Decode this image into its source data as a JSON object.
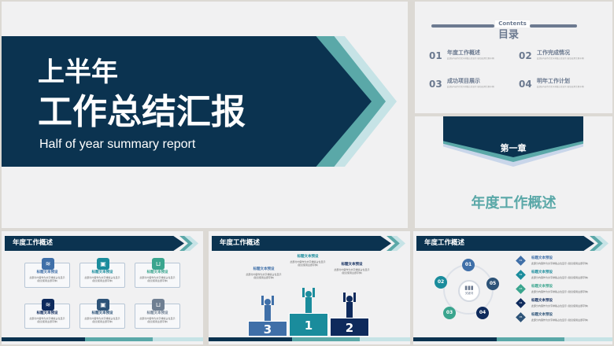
{
  "slide1": {
    "line1": "上半年",
    "line2": "工作总结汇报",
    "subtitle": "Half of year summary report"
  },
  "slide2": {
    "badge": "Contents",
    "title": "目录",
    "items": [
      {
        "num": "01",
        "label": "年度工作概述",
        "desc": "此部分内容作为文字排版占位显示 (建议使用主题字体)"
      },
      {
        "num": "02",
        "label": "工作完成情况",
        "desc": "此部分内容作为文字排版占位显示 (建议使用主题字体)"
      },
      {
        "num": "03",
        "label": "成功项目展示",
        "desc": "此部分内容作为文字排版占位显示 (建议使用主题字体)"
      },
      {
        "num": "04",
        "label": "明年工作计划",
        "desc": "此部分内容作为文字排版占位显示 (建议使用主题字体)"
      }
    ]
  },
  "slide3": {
    "chapter": "第一章",
    "title": "年度工作概述"
  },
  "slide4": {
    "header": "年度工作概述",
    "cards": [
      {
        "title": "标题文本预设",
        "desc": "此部分内容作为文字排版占位显示 (建议使用主题字体)",
        "color": "#3f6fa8",
        "icon": "layers-icon"
      },
      {
        "title": "标题文本预设",
        "desc": "此部分内容作为文字排版占位显示 (建议使用主题字体)",
        "color": "#1a8c9c",
        "icon": "chat-icon"
      },
      {
        "title": "标题文本预设",
        "desc": "此部分内容作为文字排版占位显示 (建议使用主题字体)",
        "color": "#3aa58e",
        "icon": "inbox-icon"
      },
      {
        "title": "标题文本预设",
        "desc": "此部分内容作为文字排版占位显示 (建议使用主题字体)",
        "color": "#0e2a5c",
        "icon": "layers-icon"
      },
      {
        "title": "标题文本预设",
        "desc": "此部分内容作为文字排版占位显示 (建议使用主题字体)",
        "color": "#2d5378",
        "icon": "chat-icon"
      },
      {
        "title": "标题文本预设",
        "desc": "此部分内容作为文字排版占位显示 (建议使用主题字体)",
        "color": "#6f7f92",
        "icon": "inbox-icon"
      }
    ]
  },
  "slide5": {
    "header": "年度工作概述",
    "podium": [
      {
        "rank": "3",
        "title": "标题文本预设",
        "desc": "此部分内容作为文字排版占位显示 (建议使用主题字体)",
        "color": "#3f6fa8"
      },
      {
        "rank": "1",
        "title": "标题文本预设",
        "desc": "此部分内容作为文字排版占位显示 (建议使用主题字体)",
        "color": "#1a8c9c"
      },
      {
        "rank": "2",
        "title": "标题文本预设",
        "desc": "此部分内容作为文字排版占位显示 (建议使用主题字体)",
        "color": "#0e2a5c"
      }
    ]
  },
  "slide6": {
    "header": "年度工作概述",
    "center": "关键词",
    "circles": [
      "01",
      "02",
      "03",
      "04",
      "05"
    ],
    "items": [
      {
        "num": "01",
        "title": "标题文本预设",
        "desc": "此部分内容作为文字排版占位显示 (建议使用主题字体)",
        "color": "#3f6fa8"
      },
      {
        "num": "02",
        "title": "标题文本预设",
        "desc": "此部分内容作为文字排版占位显示 (建议使用主题字体)",
        "color": "#1a8c9c"
      },
      {
        "num": "03",
        "title": "标题文本预设",
        "desc": "此部分内容作为文字排版占位显示 (建议使用主题字体)",
        "color": "#3aa58e"
      },
      {
        "num": "04",
        "title": "标题文本预设",
        "desc": "此部分内容作为文字排版占位显示 (建议使用主题字体)",
        "color": "#0e2a5c"
      },
      {
        "num": "05",
        "title": "标题文本预设",
        "desc": "此部分内容作为文字排版占位显示 (建议使用主题字体)",
        "color": "#2d5378"
      }
    ]
  },
  "colors": {
    "navy": "#0b3350",
    "teal": "#5aa8a8",
    "light": "#c6e3e6"
  }
}
